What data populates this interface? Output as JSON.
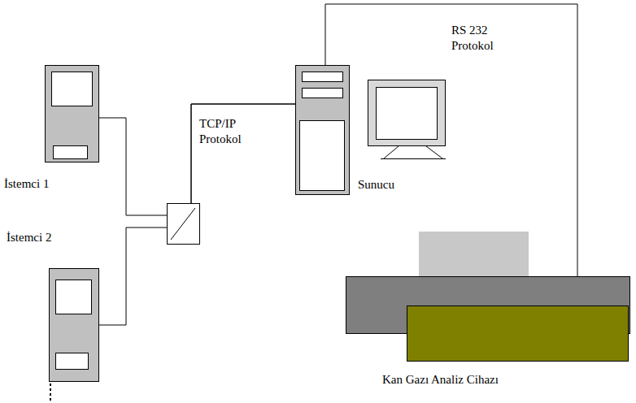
{
  "diagram": {
    "nodes": [
      {
        "text": [
          "İstemci 1"
        ]
      },
      {
        "text": [
          "İstemci 2"
        ]
      },
      {
        "text": [
          "Sunucu"
        ]
      },
      {
        "text": [
          "Kan Gazı Analiz Cihazı"
        ]
      }
    ],
    "edges": [
      {
        "from": 0,
        "to": 2,
        "arrow": "none",
        "label": "TCP/IP Protokol"
      },
      {
        "from": 1,
        "to": 2,
        "arrow": "none"
      },
      {
        "from": 2,
        "to": 3,
        "arrow": "none",
        "label": "RS 232 Protokol"
      }
    ]
  }
}
